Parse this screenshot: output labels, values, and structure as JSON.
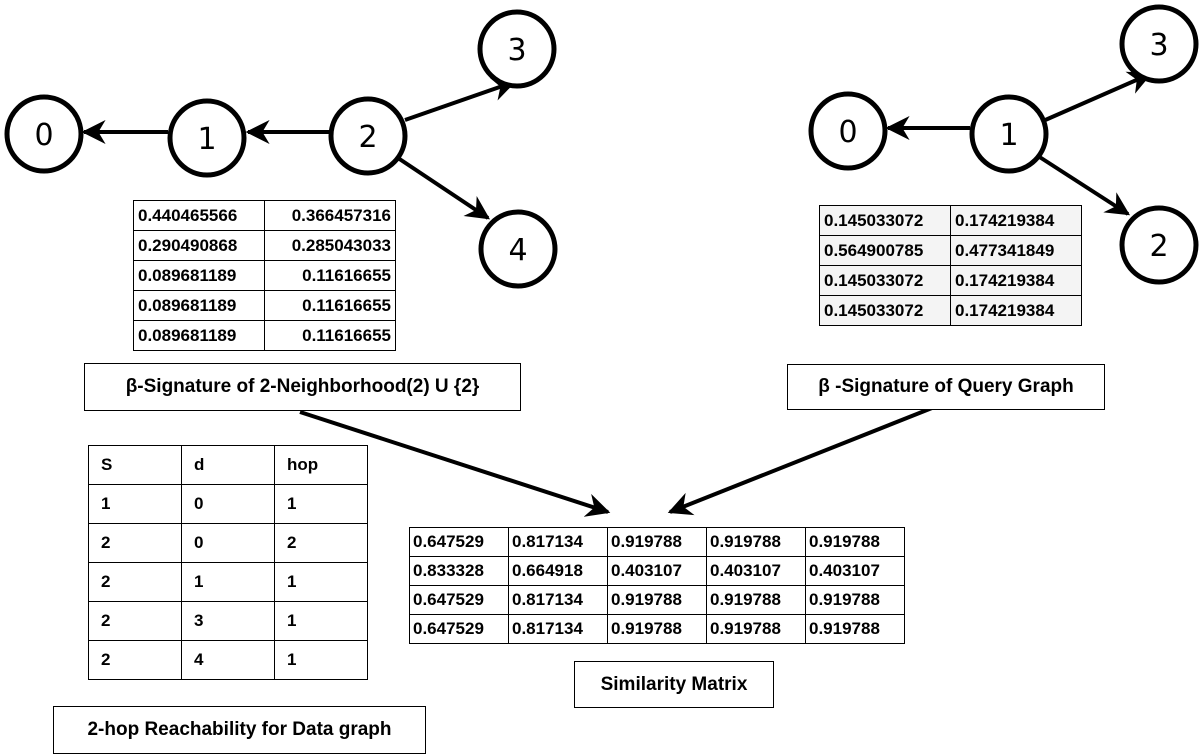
{
  "data_graph": {
    "nodes": [
      "0",
      "1",
      "2",
      "3",
      "4"
    ]
  },
  "query_graph": {
    "nodes": [
      "0",
      "1",
      "2",
      "3"
    ]
  },
  "data_signature": {
    "rows": [
      [
        "0.440465566",
        "0.366457316"
      ],
      [
        "0.290490868",
        "0.285043033"
      ],
      [
        "0.089681189",
        "0.11616655"
      ],
      [
        "0.089681189",
        "0.11616655"
      ],
      [
        "0.089681189",
        "0.11616655"
      ]
    ],
    "caption": "β-Signature of 2-Neighborhood(2) U {2}"
  },
  "query_signature": {
    "rows": [
      [
        "0.145033072",
        "0.174219384"
      ],
      [
        "0.564900785",
        "0.477341849"
      ],
      [
        "0.145033072",
        "0.174219384"
      ],
      [
        "0.145033072",
        "0.174219384"
      ]
    ],
    "caption": "β -Signature of Query Graph"
  },
  "reachability": {
    "headers": [
      "S",
      "d",
      "hop"
    ],
    "rows": [
      [
        "1",
        "0",
        "1"
      ],
      [
        "2",
        "0",
        "2"
      ],
      [
        "2",
        "1",
        "1"
      ],
      [
        "2",
        "3",
        "1"
      ],
      [
        "2",
        "4",
        "1"
      ]
    ],
    "caption": "2-hop Reachability for Data graph"
  },
  "similarity": {
    "rows": [
      [
        "0.647529",
        "0.817134",
        "0.919788",
        "0.919788",
        "0.919788"
      ],
      [
        "0.833328",
        "0.664918",
        "0.403107",
        "0.403107",
        "0.403107"
      ],
      [
        "0.647529",
        "0.817134",
        "0.919788",
        "0.919788",
        "0.919788"
      ],
      [
        "0.647529",
        "0.817134",
        "0.919788",
        "0.919788",
        "0.919788"
      ]
    ],
    "caption": "Similarity Matrix"
  }
}
